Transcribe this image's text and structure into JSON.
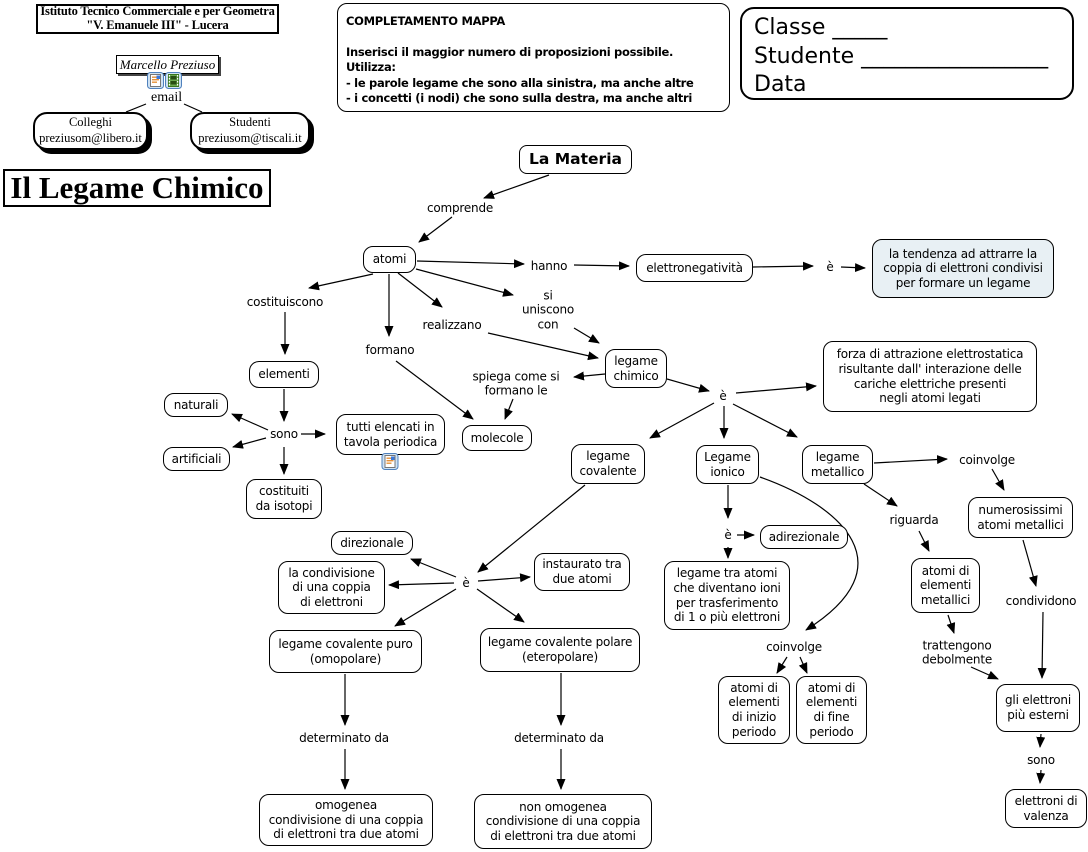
{
  "header": {
    "school_line1": "Istituto Tecnico Commerciale e per Geometra",
    "school_line2": "\"V. Emanuele III\" - Lucera",
    "author": "Marcello Preziuso",
    "email_label": "email",
    "colleghi_title": "Colleghi",
    "colleghi_email": "preziusom@libero.it",
    "studenti_title": "Studenti",
    "studenti_email": "preziusom@tiscali.it",
    "map_title": "Il Legame Chimico"
  },
  "instructions": {
    "heading": "COMPLETAMENTO MAPPA",
    "body": "Inserisci il maggior numero di proposizioni possibile.\nUtilizza:\n- le parole legame che sono alla sinistra, ma anche altre\n- i concetti (i nodi) che sono sulla destra, ma anche altri"
  },
  "student_form": {
    "classe": "Classe _____",
    "studente": "Studente _________________",
    "data": "Data"
  },
  "colors": {
    "node_fill": "#ffffff",
    "highlight_fill": "#e8f0f4",
    "line": "#000000"
  },
  "icons": {
    "author_document": "document-icon",
    "author_film": "film-icon",
    "tavola_document": "document-icon"
  },
  "nodes": {
    "la_materia": "La Materia",
    "atomi": "atomi",
    "elettronegativita": "elettronegatività",
    "tendenza": "la tendenza ad attrarre la\ncoppia di elettroni condivisi\nper formare un legame",
    "elementi": "elementi",
    "legame_chimico": "legame\nchimico",
    "forza": "forza di attrazione elettrostatica\nrisultante dall' interazione delle\ncariche elettriche presenti\nnegli atomi legati",
    "naturali": "naturali",
    "tavola": "tutti elencati in\ntavola periodica",
    "molecole": "molecole",
    "artificiali": "artificiali",
    "isotopi": "costituiti\nda isotopi",
    "legame_covalente": "legame\ncovalente",
    "legame_ionico": "Legame\nionico",
    "legame_metallico": "legame\nmetallico",
    "numerosissimi": "numerosissimi\natomi metallici",
    "adirezionale": "adirezionale",
    "direzionale": "direzionale",
    "instaurato": "instaurato tra\ndue atomi",
    "condivisione": "la condivisione\ndi una coppia\ndi elettroni",
    "atomi_metallici": "atomi di\nelementi\nmetallici",
    "legame_tra": "legame tra atomi\nche diventano ioni\nper trasferimento\ndi 1 o più elettroni",
    "cov_puro": "legame covalente puro\n(omopolare)",
    "cov_polare": "legame covalente polare\n(eteropolare)",
    "inizio": "atomi di\nelementi\ndi inizio\nperiodo",
    "fine": "atomi di\nelementi\ndi fine\nperiodo",
    "gli_elettroni": "gli elettroni\npiù esterni",
    "elettroni_valenza": "elettroni di\nvalenza",
    "omogenea": "omogenea\ncondivisione di una coppia\ndi elettroni tra due atomi",
    "non_omogenea": "non omogenea\ncondivisione di una coppia\ndi elettroni tra due atomi"
  },
  "edge_labels": {
    "comprende": "comprende",
    "hanno": "hanno",
    "e1": "è",
    "costituiscono": "costituiscono",
    "si_uniscono": "si\nuniscono\ncon",
    "realizzano": "realizzano",
    "formano": "formano",
    "spiega": "spiega come si\nformano le",
    "e2": "è",
    "sono1": "sono",
    "coinvolge1": "coinvolge",
    "riguarda": "riguarda",
    "e3": "è",
    "e4": "è",
    "condividono": "condividono",
    "coinvolge2": "coinvolge",
    "trattengono": "trattengono\ndebolmente",
    "determinato1": "determinato da",
    "determinato2": "determinato da",
    "sono2": "sono"
  }
}
